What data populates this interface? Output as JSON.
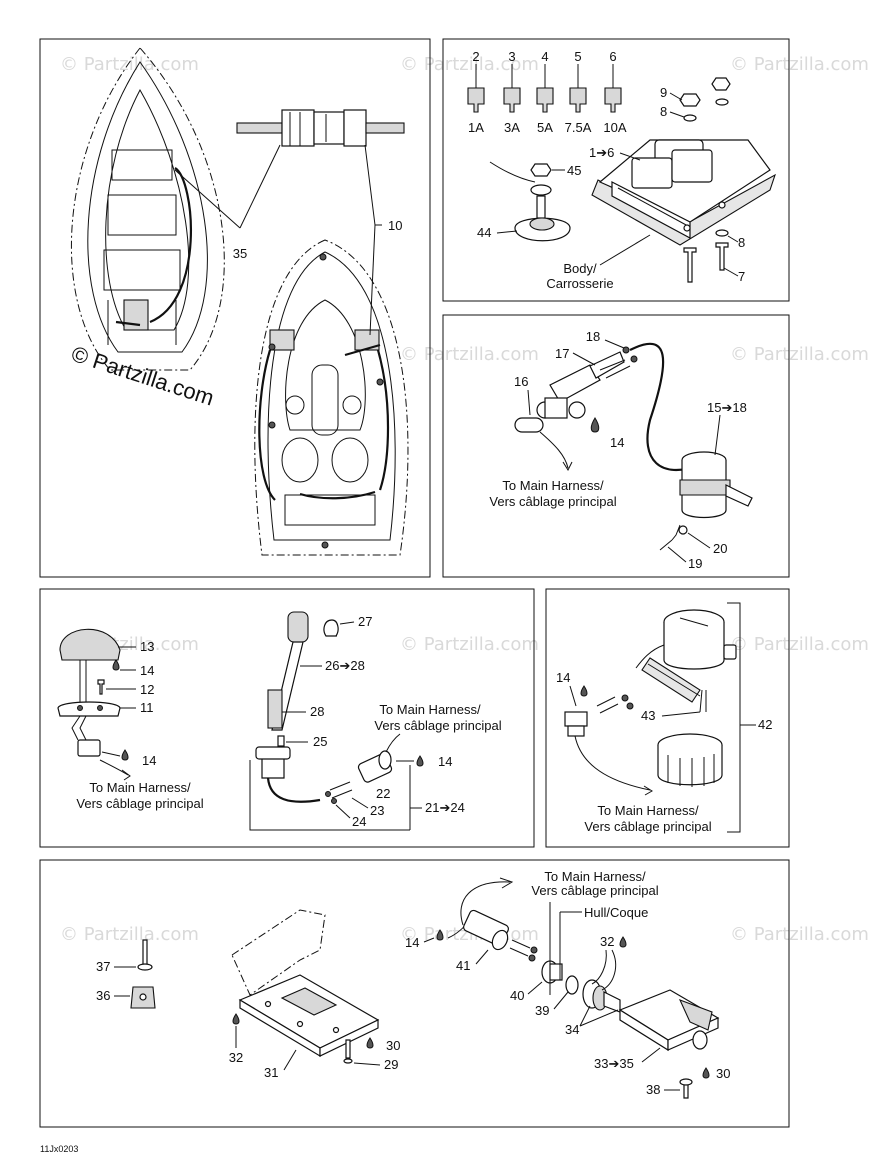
{
  "watermark": {
    "brand": "© Partzilla.com",
    "main": "© Partzilla.com"
  },
  "figure_code": "11Jx0203",
  "panel_wiring": {
    "labels": [
      "35",
      "10"
    ]
  },
  "panel_fuses": {
    "callouts": [
      "2",
      "3",
      "4",
      "5",
      "6"
    ],
    "ratings": [
      "1A",
      "3A",
      "5A",
      "7.5A",
      "10A"
    ],
    "range": "1➔6",
    "labels": [
      "9",
      "8",
      "45",
      "44",
      "8",
      "7"
    ],
    "body_line1": "Body/",
    "body_line2": "Carrosserie"
  },
  "panel_sensor": {
    "labels": [
      "18",
      "17",
      "16",
      "14",
      "15➔18",
      "20",
      "19"
    ],
    "harness_line1": "To Main Harness/",
    "harness_line2": "Vers câblage principal"
  },
  "panel_light": {
    "labels": [
      "13",
      "14",
      "12",
      "11",
      "14",
      "27",
      "26➔28",
      "28",
      "25",
      "14",
      "22",
      "23",
      "24",
      "21➔24"
    ],
    "harness_a_line1": "To Main Harness/",
    "harness_a_line2": "Vers câblage principal",
    "harness_b_line1": "To Main Harness/",
    "harness_b_line2": "Vers câblage principal"
  },
  "panel_pump": {
    "labels": [
      "14",
      "43",
      "42"
    ],
    "harness_line1": "To Main Harness/",
    "harness_line2": "Vers câblage principal"
  },
  "panel_bottom": {
    "harness_line1": "To Main Harness/",
    "harness_line2": "Vers câblage principal",
    "hull": "Hull/Coque",
    "labels": [
      "14",
      "32",
      "41",
      "40",
      "39",
      "34",
      "33➔35",
      "38",
      "30",
      "37",
      "36",
      "32",
      "31",
      "30",
      "29"
    ]
  }
}
